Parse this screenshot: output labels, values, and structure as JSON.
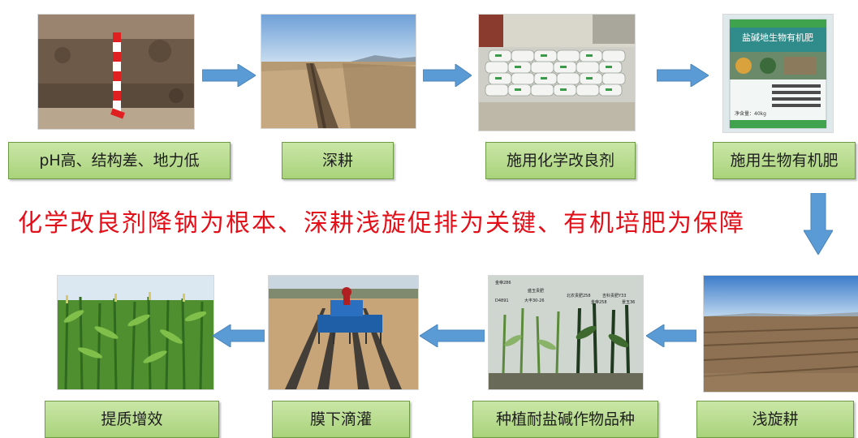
{
  "steps": {
    "s1": "pH高、结构差、地力低",
    "s2": "深耕",
    "s3": "施用化学改良剂",
    "s4": "施用生物有机肥",
    "s5": "浅旋耕",
    "s6": "种植耐盐碱作物品种",
    "s7": "膜下滴灌",
    "s8": "提质增效"
  },
  "slogan": "化学改良剂降钠为根本、深耕浅旋促排为关键、有机培肥为保障",
  "photo_text": {
    "fertilizer_bag_title": "盐碱地生物有机肥",
    "fertilizer_bag_weight": "净含量：40kg",
    "crop_labels": [
      "金帝286",
      "盛玉贵肥",
      "D4891",
      "大丰30-26",
      "北农贵肥258",
      "吉科贵肥Y33",
      "金帝258",
      "景玉36"
    ]
  },
  "colors": {
    "label_fill": "#b6dc8c",
    "label_border": "#6f9a44",
    "arrow_fill": "#5b9bd5",
    "slogan_color": "#e3101a"
  }
}
